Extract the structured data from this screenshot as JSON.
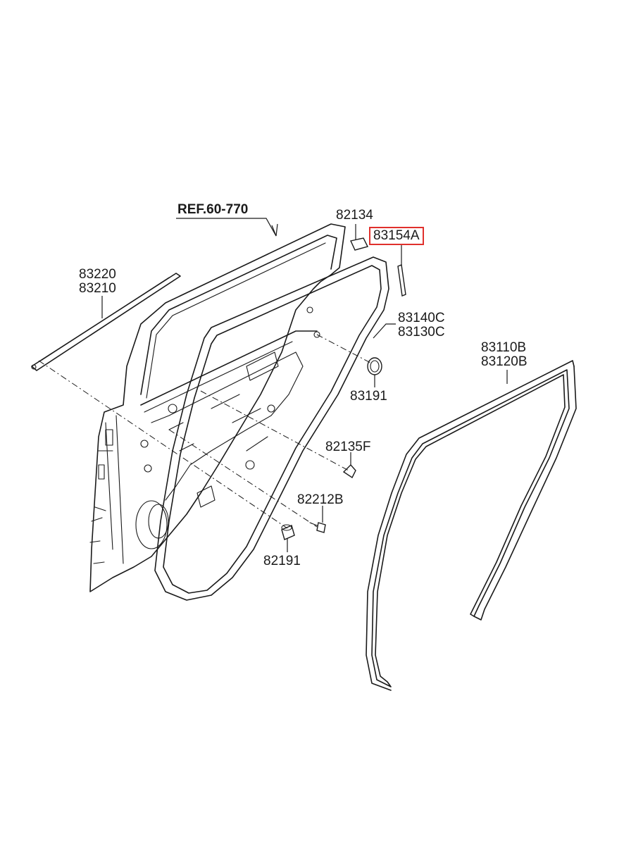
{
  "labels": {
    "ref": "REF.60-770",
    "p82134": "82134",
    "p83154a": "83154A",
    "p83220": "83220",
    "p83210": "83210",
    "p83140c": "83140C",
    "p83130c": "83130C",
    "p83110b": "83110B",
    "p83120b": "83120B",
    "p83191": "83191",
    "p82135f": "82135F",
    "p82212b": "82212B",
    "p82191": "82191"
  },
  "colors": {
    "line": "#1a1a1a",
    "highlight_box": "#e0302c",
    "background": "#ffffff"
  }
}
